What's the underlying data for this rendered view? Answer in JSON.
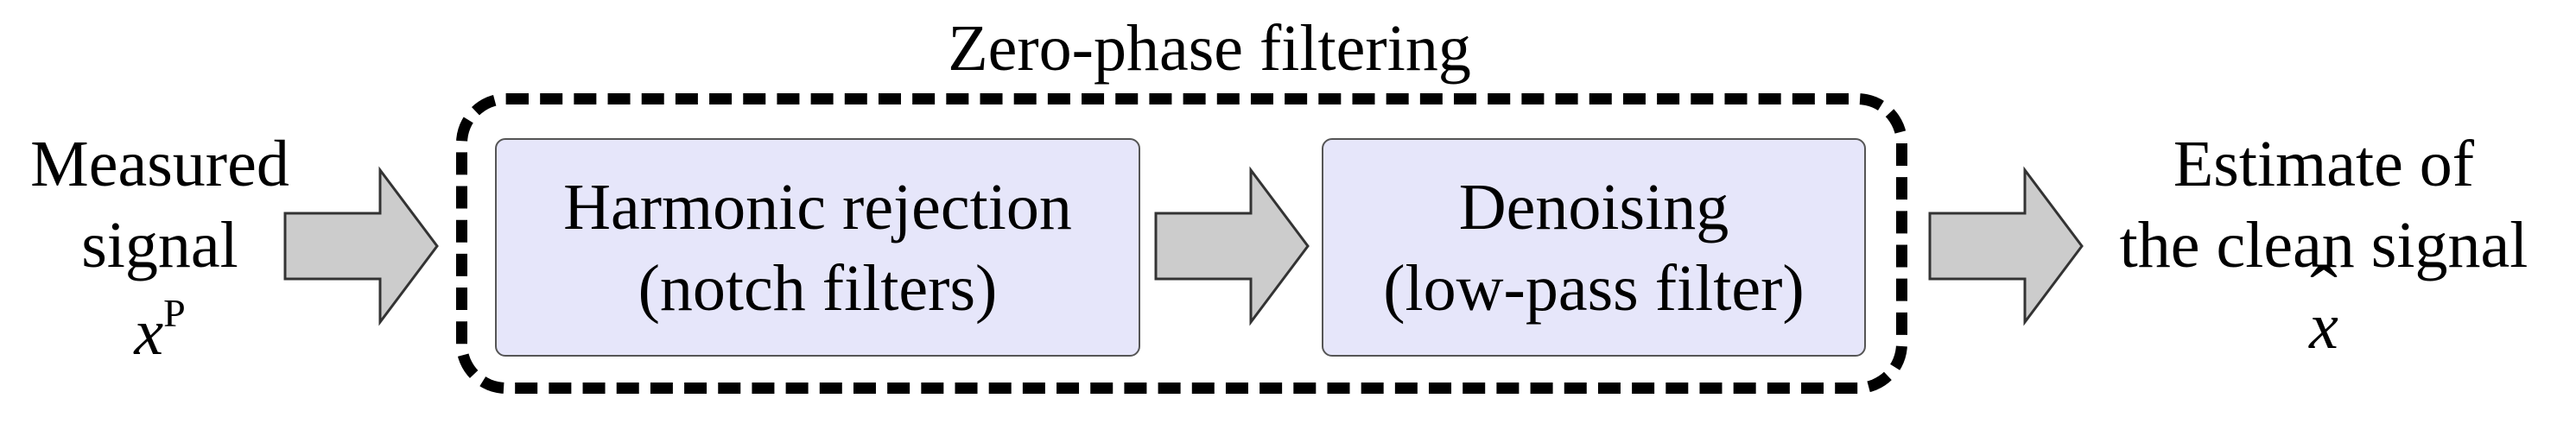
{
  "diagram": {
    "group_title": "Zero-phase filtering",
    "input": {
      "line1": "Measured",
      "line2": "signal",
      "symbol": "x",
      "symbol_superscript": "P"
    },
    "stages": [
      {
        "line1": "Harmonic rejection",
        "line2": "(notch filters)"
      },
      {
        "line1": "Denoising",
        "line2": "(low-pass filter)"
      }
    ],
    "output": {
      "line1": "Estimate of",
      "line2": "the clean signal",
      "symbol": "x",
      "symbol_accent": "ˆ"
    },
    "colors": {
      "stage_fill": "#e6e6fa",
      "stage_border": "#555555",
      "arrow_fill": "#cccccc",
      "arrow_stroke": "#333333",
      "group_border": "#000000"
    }
  }
}
